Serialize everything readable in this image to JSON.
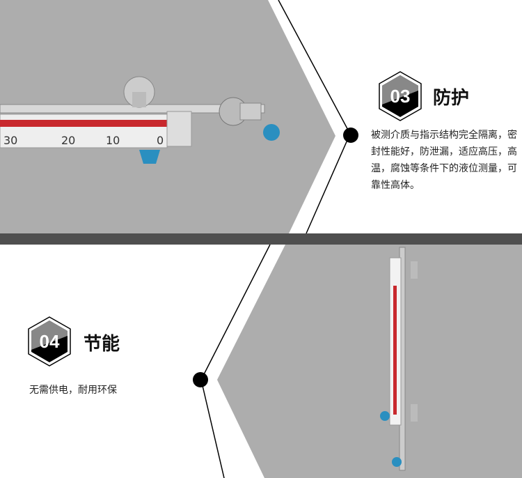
{
  "sections": [
    {
      "number": "03",
      "title": "防护",
      "description": "被测介质与指示结构完全隔离，密封性能好，防泄漏，适应高压，高温，腐蚀等条件下的液位测量，可靠性高体。"
    },
    {
      "number": "04",
      "title": "节能",
      "description": "无需供电，耐用环保"
    }
  ],
  "scale_labels": [
    "30",
    "20",
    "10",
    "0"
  ],
  "colors": {
    "panel_gray": "#adadad",
    "band": "#4f4f4f",
    "accent_red": "#c8282d",
    "valve_blue": "#2a8fc0"
  }
}
